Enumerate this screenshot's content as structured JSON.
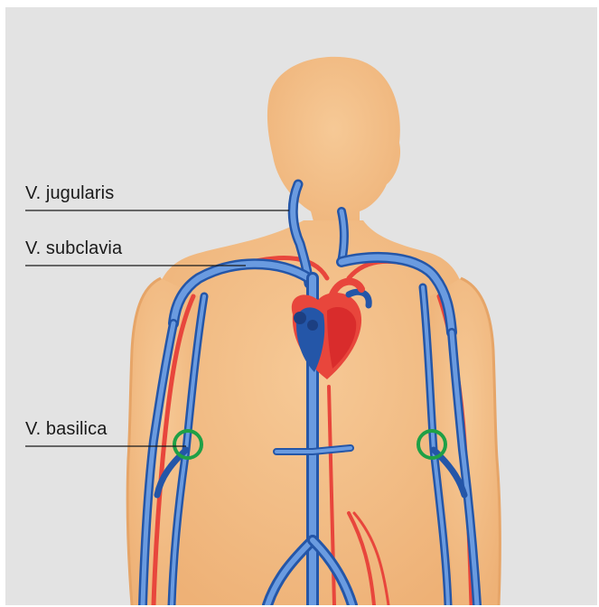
{
  "labels": {
    "jugularis": "V. jugularis",
    "subclavia": "V. subclavia",
    "basilica": "V. basilica"
  },
  "colors": {
    "background": "#e3e3e3",
    "skin": "#f2bd86",
    "skin_edge": "#e9a96b",
    "vein": "#5b8ed6",
    "vein_dark": "#2456a8",
    "artery": "#e8463c",
    "heart_red": "#d92c2c",
    "marker_green": "#1fa046",
    "leader_line": "#1a1a1a"
  },
  "icons": [
    "human-torso-illustration",
    "heart-icon",
    "venipuncture-site-circle"
  ]
}
